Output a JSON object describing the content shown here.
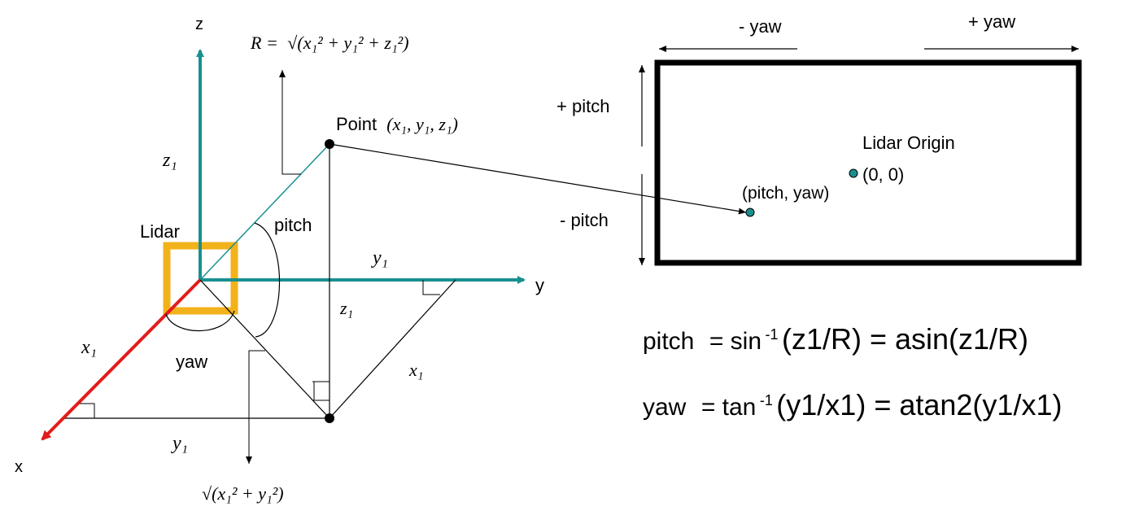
{
  "axes": {
    "z_label": "z",
    "y_label": "y",
    "x_label": "x"
  },
  "labels": {
    "range_formula": "R = √(x₁² + y₁² + z₁²)",
    "range_lhs": "R =",
    "point": "Point",
    "point_coords": "(x₁, y₁, z₁)",
    "lidar": "Lidar",
    "pitch": "pitch",
    "yaw": "yaw",
    "z1_left": "z₁",
    "z1_mid": "z₁",
    "y1_top": "y₁",
    "y1_bottom": "y₁",
    "x1_left": "x₁",
    "x1_right": "x₁",
    "ground_dist": "√(x₁² + y₁²)"
  },
  "image_plane": {
    "minus_yaw": "- yaw",
    "plus_yaw": "+ yaw",
    "plus_pitch": "+ pitch",
    "minus_pitch": "- pitch",
    "lidar_origin": "Lidar Origin",
    "origin_coords": "(0, 0)",
    "projected_point": "(pitch, yaw)"
  },
  "formulas": {
    "pitch_lhs": "pitch",
    "pitch_eq": "= sin",
    "pitch_sup": "-1",
    "pitch_rhs": "(z1/R) = asin(z1/R)",
    "yaw_lhs": "yaw",
    "yaw_eq": "= tan",
    "yaw_sup": "-1",
    "yaw_rhs": "(y1/x1) = atan2(y1/x1)"
  },
  "colors": {
    "z_axis": "#1a8f8f",
    "y_axis": "#1a8f8f",
    "x_axis": "#e31b1b",
    "lidar_box": "#f2b21b",
    "point_fill": "#1a8f8f"
  }
}
